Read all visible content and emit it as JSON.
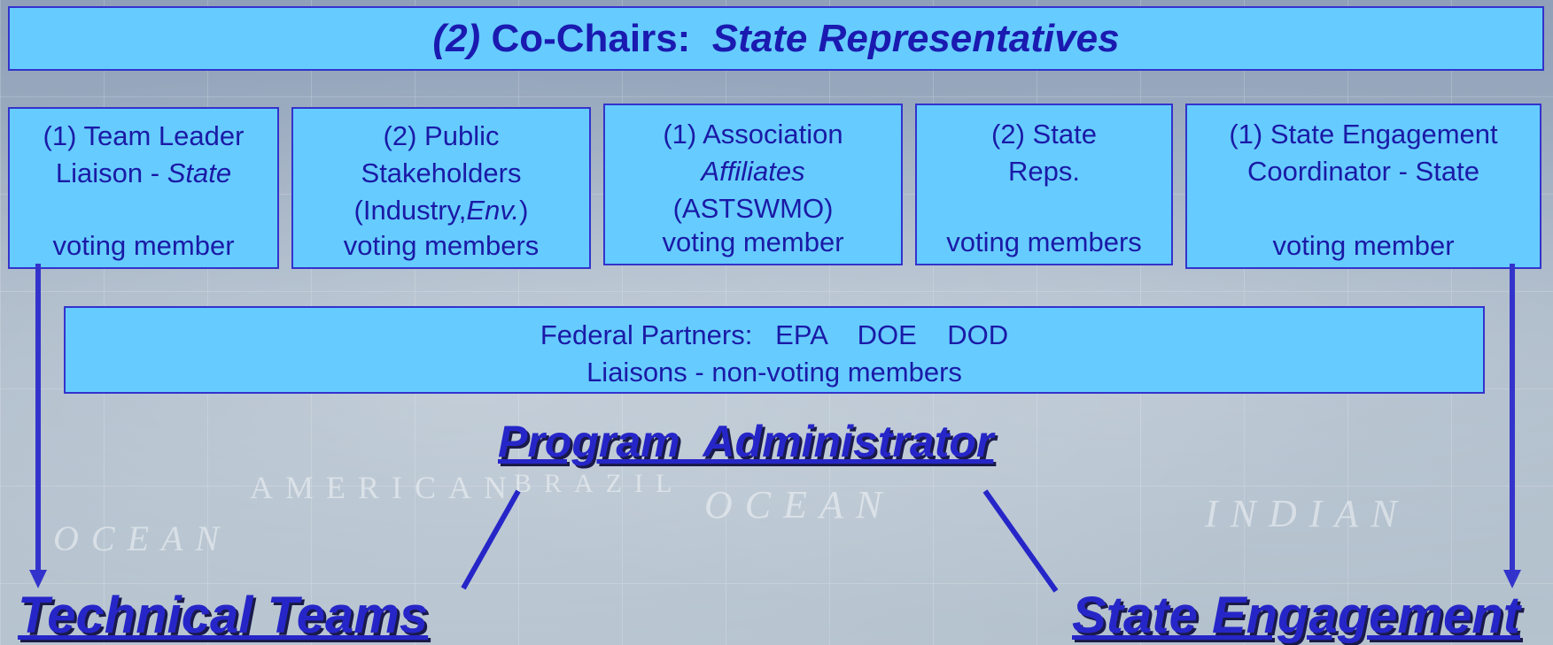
{
  "title": {
    "prefix": "(2)",
    "main": "Co-Chairs:",
    "suffix": "State Representatives"
  },
  "members": [
    {
      "line1": "(1) Team Leader",
      "line2a": "Liaison - ",
      "line2b": "State",
      "line3": "",
      "status": "voting member"
    },
    {
      "line1": "(2)  Public",
      "line2a": "Stakeholders",
      "line2b": "",
      "line3a": "(Industry,",
      "line3b": "Env.",
      "line3c": ")",
      "status": "voting members"
    },
    {
      "line1": "(1) Association",
      "line2a": "",
      "line2b": "Affiliates",
      "line3": "(ASTSWMO)",
      "status": "voting member"
    },
    {
      "line1": "(2) State",
      "line2a": "Reps.",
      "line2b": "",
      "line3": "",
      "status": "voting members"
    },
    {
      "line1": "(1) State Engagement",
      "line2a": "Coordinator - State",
      "line2b": "",
      "line3": "",
      "status": "voting member"
    }
  ],
  "federal": {
    "line1": "Federal Partners:   EPA    DOE    DOD",
    "line2": "Liaisons - non-voting members"
  },
  "program_admin": "Program  Administrator",
  "technical_teams": "Technical Teams",
  "state_engagement": "State Engagement",
  "map_words": [
    "AMERICAN",
    "BRAZIL",
    "OCEAN",
    "OCEAN",
    "INDIAN"
  ],
  "colors": {
    "box_fill": "#66ccff",
    "box_border": "#3333cc",
    "text": "#1a1aa6",
    "arrow": "#3333cc"
  }
}
